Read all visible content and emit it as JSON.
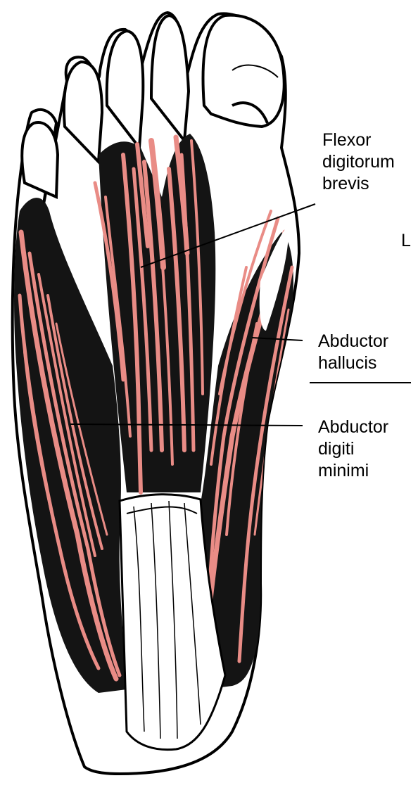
{
  "colors": {
    "muscle": "#e98c86",
    "shadow": "#141414",
    "outline": "#000000",
    "background": "#ffffff"
  },
  "labels": {
    "flexor": [
      "Flexor",
      "digitorum",
      "brevis"
    ],
    "abductor_hallucis": [
      "Abductor",
      "hallucis"
    ],
    "abductor_digiti": [
      "Abductor",
      "digiti",
      "minimi"
    ],
    "side_marker": "L"
  }
}
